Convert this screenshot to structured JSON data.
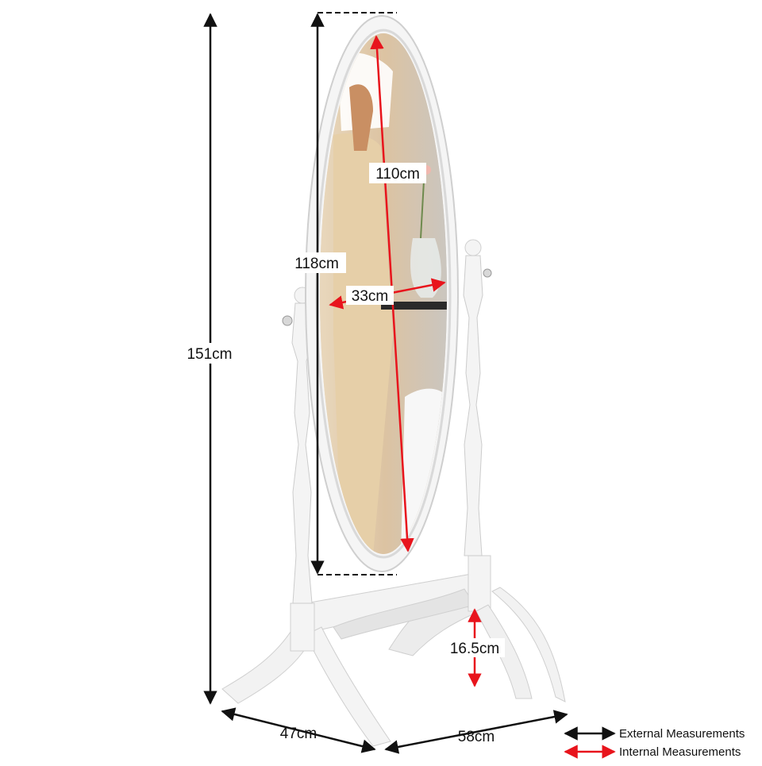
{
  "dimensions": {
    "total_height": "151cm",
    "frame_height": "118cm",
    "mirror_height": "110cm",
    "mirror_width": "33cm",
    "base_depth": "47cm",
    "base_width": "58cm",
    "ground_clearance": "16.5cm"
  },
  "legend": {
    "external_label": "External Measurements",
    "internal_label": "Internal Measurements"
  },
  "colors": {
    "external_arrow": "#111111",
    "internal_arrow": "#e8141c",
    "frame_white": "#f4f4f4",
    "frame_shadow": "#d2d2d2",
    "mirror_beige": "#e3cfb2"
  }
}
